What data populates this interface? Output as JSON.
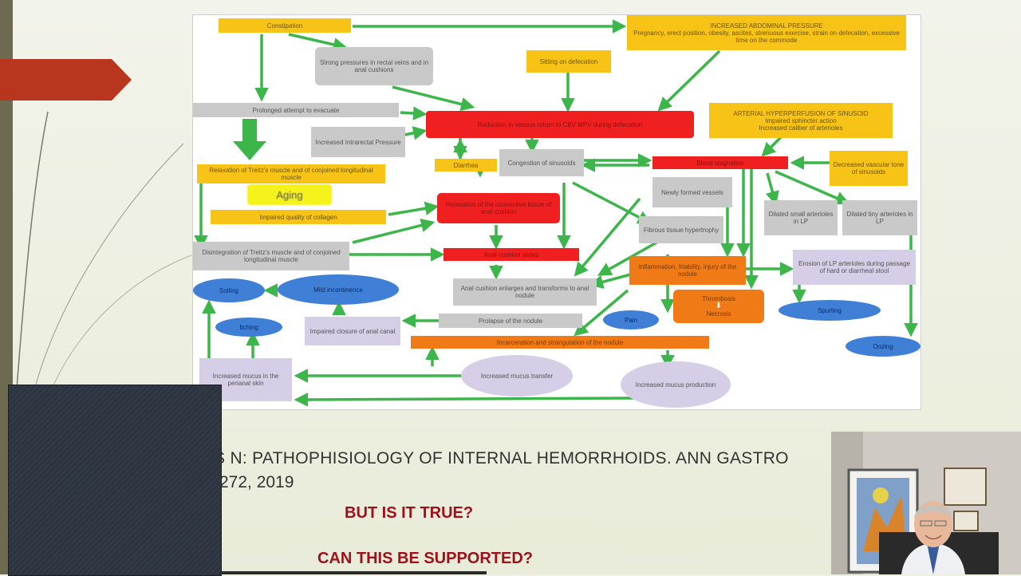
{
  "diagram": {
    "nodes": {
      "constipation": "Constipation",
      "increased_abdominal_pressure": "INCREASED ABDOMINAL PRESSURE\nPregnancy, erect position, obesity, ascites, strenuous exercise, strain on defecation, excessive time on the commode",
      "strong_pressures": "Strong pressures in rectal veins and in anal cushions",
      "sitting_on_defecation": "Sitting on defecation",
      "prolonged_attempt": "Prolonged attempt to evacuate",
      "reduction_venous_return": "Reduction in venous return to CBV MPV during defecation",
      "arterial_hyperperfusion": "ARTERIAL HYPERPERFUSION OF SINUSOID\nImpaired sphincter action\nIncreased caliber of arterioles",
      "increased_intrarectal_pressure": "Increased Intrarectal Pressure",
      "diarrhea": "Diarrhea",
      "congestion_of_sinusoids": "Congestion of sinusoids",
      "blood_stagnation": "Blood stagnation",
      "decreased_vascular_tone": "Decreased vascular tone of sinusoids",
      "relaxation_treitz": "Relaxation of Treitz's muscle and of conjoined longitudinal muscle",
      "aging": "Aging",
      "relaxation_connective": "Relaxation of the connective tissue of anal cushion",
      "newly_formed_vessels": "Newly formed vessels",
      "dilated_small_arterioles": "Dilated small arterioles in LP",
      "dilated_tiny_arterioles": "Dilated tiny arterioles in LP",
      "impaired_collagen": "Impaired quality of collagen",
      "fibrous_tissue": "Fibrous tissue hypertrophy",
      "disintegration_treitz": "Disintegration of Treitz's muscle and of conjoined longitudinal muscle",
      "anal_cushion_slides": "Anal cushion slides",
      "inflammation": "Inflammation, friability, injury of the nodule",
      "erosion_lp": "Erosion of LP arterioles during passage of hard or diarrheal stool",
      "soiling": "Soiling",
      "mild_incontinence": "Mild incontinence",
      "anal_cushion_enlarges": "Anal cushion enlarges and transforms to anal nodule",
      "thrombosis": "Thrombosis",
      "necrosis": "Necrosis",
      "itching": "Itching",
      "impaired_closure": "Impaired closure of anal canal",
      "prolapse": "Prolapse of the nodule",
      "pain": "Pain",
      "spurting": "Spurting",
      "incarceration": "Incarceration and strangulation of the nodule",
      "oozing": "Oozing",
      "increased_mucus_skin": "Increased mucus in the perianal skin",
      "increased_mucus_transfer": "Increased mucus transfer",
      "increased_mucus_production": "Increased mucus production"
    }
  },
  "citation": {
    "line1": "S N: PATHOPHISIOLOGY OF INTERNAL HEMORRHOIDS. ANN GASTRO",
    "line2": "-272, 2019"
  },
  "questions": {
    "q1": "BUT  IS IT TRUE?",
    "q2": "CAN THIS BE SUPPORTED?"
  },
  "colors": {
    "accent_red": "#b8361e",
    "question_red": "#a0101a",
    "arrow_green": "#3cb54a"
  },
  "icons": {
    "slide_bullet": "red-arrow-banner-icon"
  }
}
